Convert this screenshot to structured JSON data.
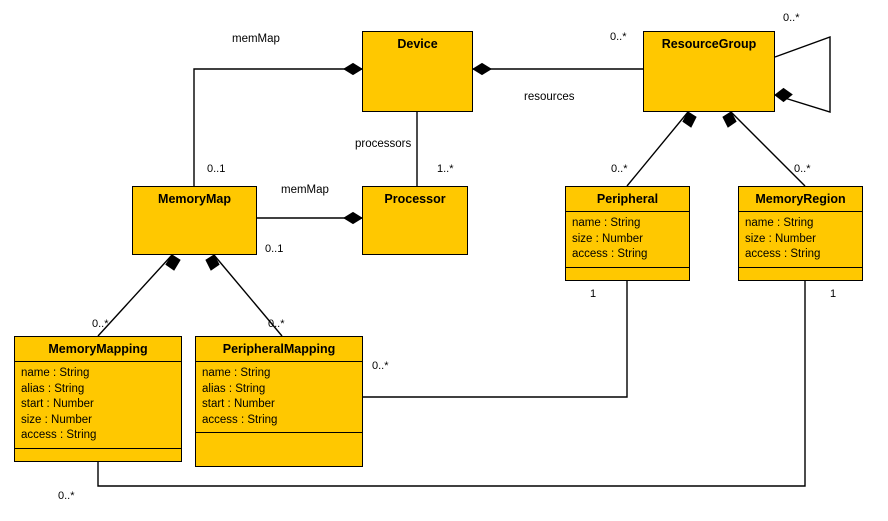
{
  "diagram": {
    "type": "uml-class-diagram",
    "background": "#ffffff",
    "class_fill": "#ffc800",
    "stroke": "#000000"
  },
  "classes": [
    {
      "id": "device",
      "name": "Device",
      "attributes": [],
      "has_ops_compartment": false
    },
    {
      "id": "resourcegroup",
      "name": "ResourceGroup",
      "attributes": [],
      "has_ops_compartment": false
    },
    {
      "id": "memorymap",
      "name": "MemoryMap",
      "attributes": [],
      "has_ops_compartment": false
    },
    {
      "id": "processor",
      "name": "Processor",
      "attributes": [],
      "has_ops_compartment": false
    },
    {
      "id": "peripheral",
      "name": "Peripheral",
      "attributes": [
        "name : String",
        "size : Number",
        "access : String"
      ],
      "has_ops_compartment": true
    },
    {
      "id": "memoryregion",
      "name": "MemoryRegion",
      "attributes": [
        "name : String",
        "size : Number",
        "access : String"
      ],
      "has_ops_compartment": true
    },
    {
      "id": "memorymapping",
      "name": "MemoryMapping",
      "attributes": [
        "name : String",
        "alias : String",
        "start : Number",
        "size : Number",
        "access : String"
      ],
      "has_ops_compartment": true
    },
    {
      "id": "peripheralmapping",
      "name": "PeripheralMapping",
      "attributes": [
        "name : String",
        "alias : String",
        "start : Number",
        "access : String"
      ],
      "has_ops_compartment": true
    }
  ],
  "association_labels": [
    {
      "id": "memmap_device",
      "text": "memMap"
    },
    {
      "id": "resources",
      "text": "resources"
    },
    {
      "id": "processors",
      "text": "processors"
    },
    {
      "id": "memmap_processor",
      "text": "memMap"
    }
  ],
  "multiplicities": [
    {
      "id": "rg_device_end",
      "text": "0..*"
    },
    {
      "id": "rg_self_end",
      "text": "0..*"
    },
    {
      "id": "memorymap_top",
      "text": "0..1"
    },
    {
      "id": "memorymap_bottom_right",
      "text": "0..1"
    },
    {
      "id": "processor_top",
      "text": "1..*"
    },
    {
      "id": "peripheral_top",
      "text": "0..*"
    },
    {
      "id": "memoryregion_top",
      "text": "0..*"
    },
    {
      "id": "peripheral_bottom",
      "text": "1"
    },
    {
      "id": "memoryregion_bottom",
      "text": "1"
    },
    {
      "id": "memorymapping_top",
      "text": "0..*"
    },
    {
      "id": "peripheralmapping_top",
      "text": "0..*"
    },
    {
      "id": "peripheralmapping_right",
      "text": "0..*"
    },
    {
      "id": "memorymapping_bottom",
      "text": "0..*"
    }
  ]
}
